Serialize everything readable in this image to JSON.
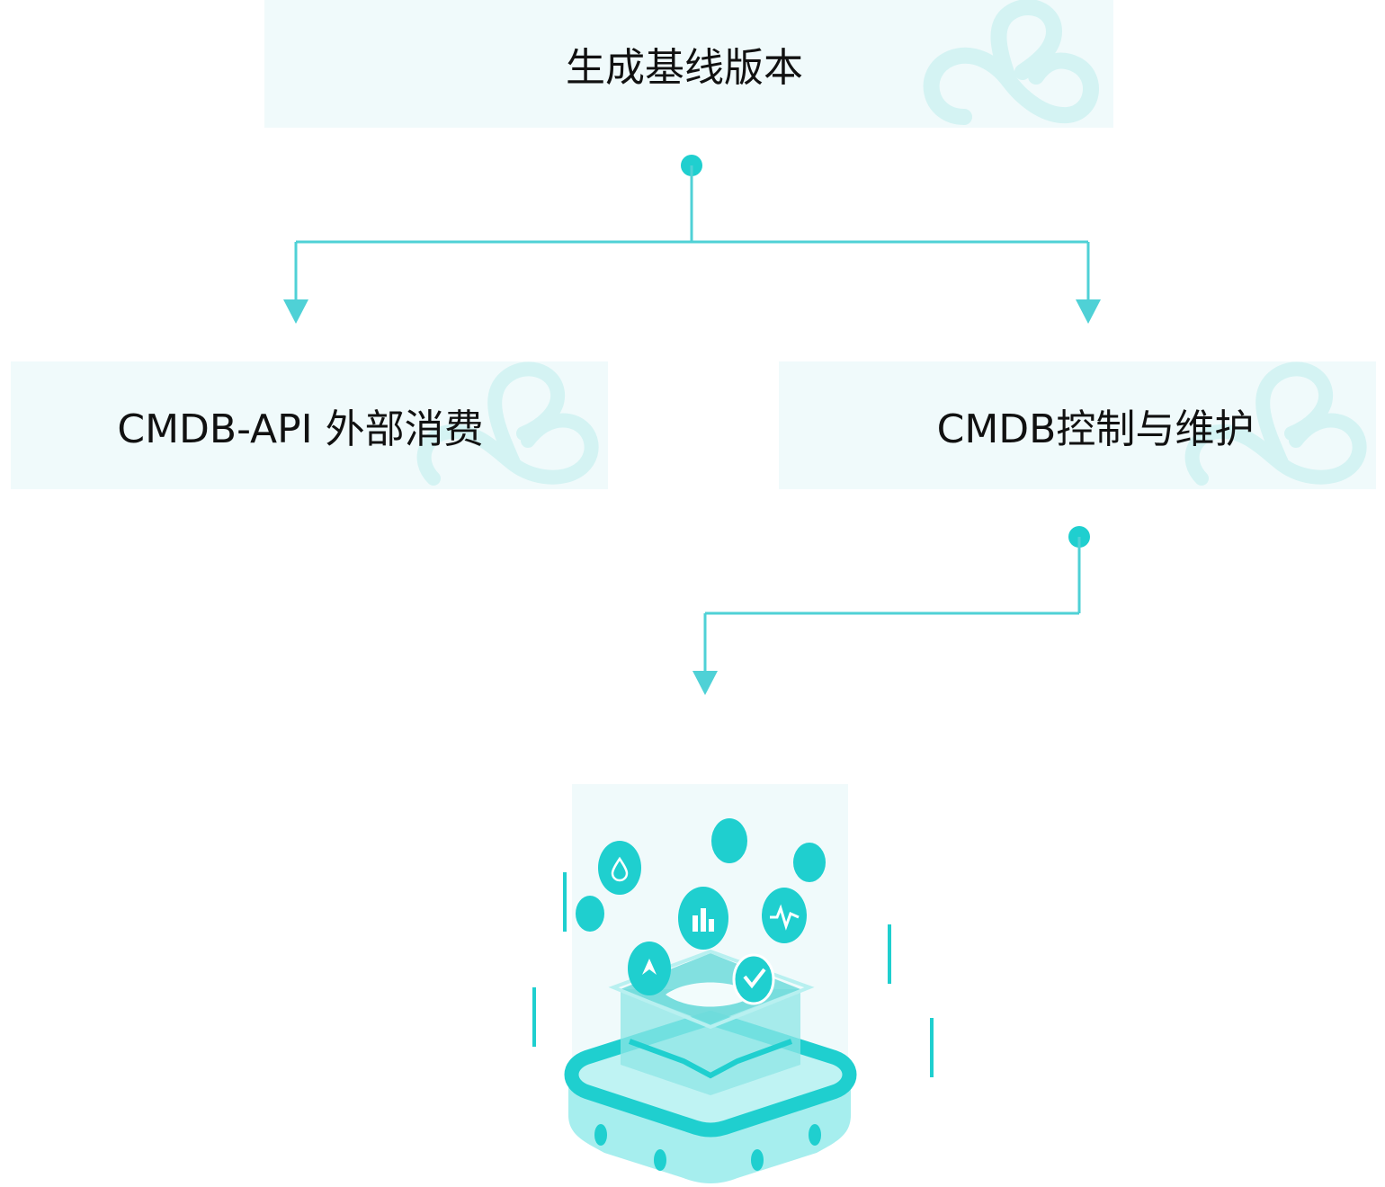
{
  "nodes": {
    "top": {
      "label": "生成基线版本"
    },
    "left": {
      "label": "CMDB-API 外部消费"
    },
    "right": {
      "label": "CMDB控制与维护"
    }
  },
  "colors": {
    "accent": "#4fd1d6",
    "accent_dark": "#1fcfcf",
    "box_bg": "#f0fafb",
    "watermark": "#d4f3f3",
    "text": "#111111"
  },
  "icons": {
    "watermark": "cloud-logo-watermark",
    "illustration": "cmdb-database-platform-illustration"
  }
}
